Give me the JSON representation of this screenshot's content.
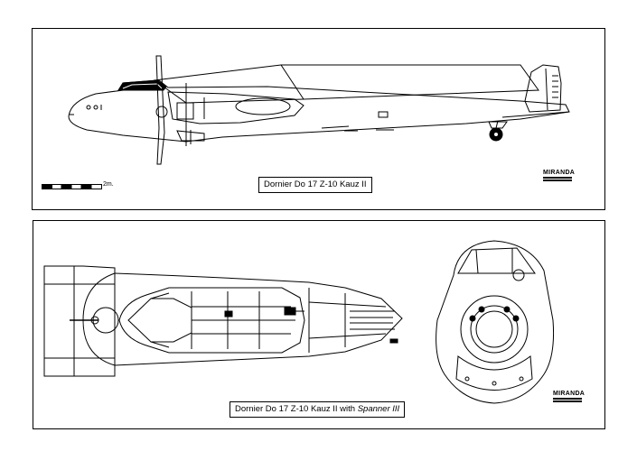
{
  "top_panel": {
    "caption": "Dornier Do 17 Z-10 Kauz II",
    "scale_label": "2m.",
    "logo": "MIRANDA"
  },
  "bottom_panel": {
    "caption_main": "Dornier Do 17 Z-10 Kauz II with ",
    "caption_italic": "Spanner III",
    "logo": "MIRANDA"
  }
}
